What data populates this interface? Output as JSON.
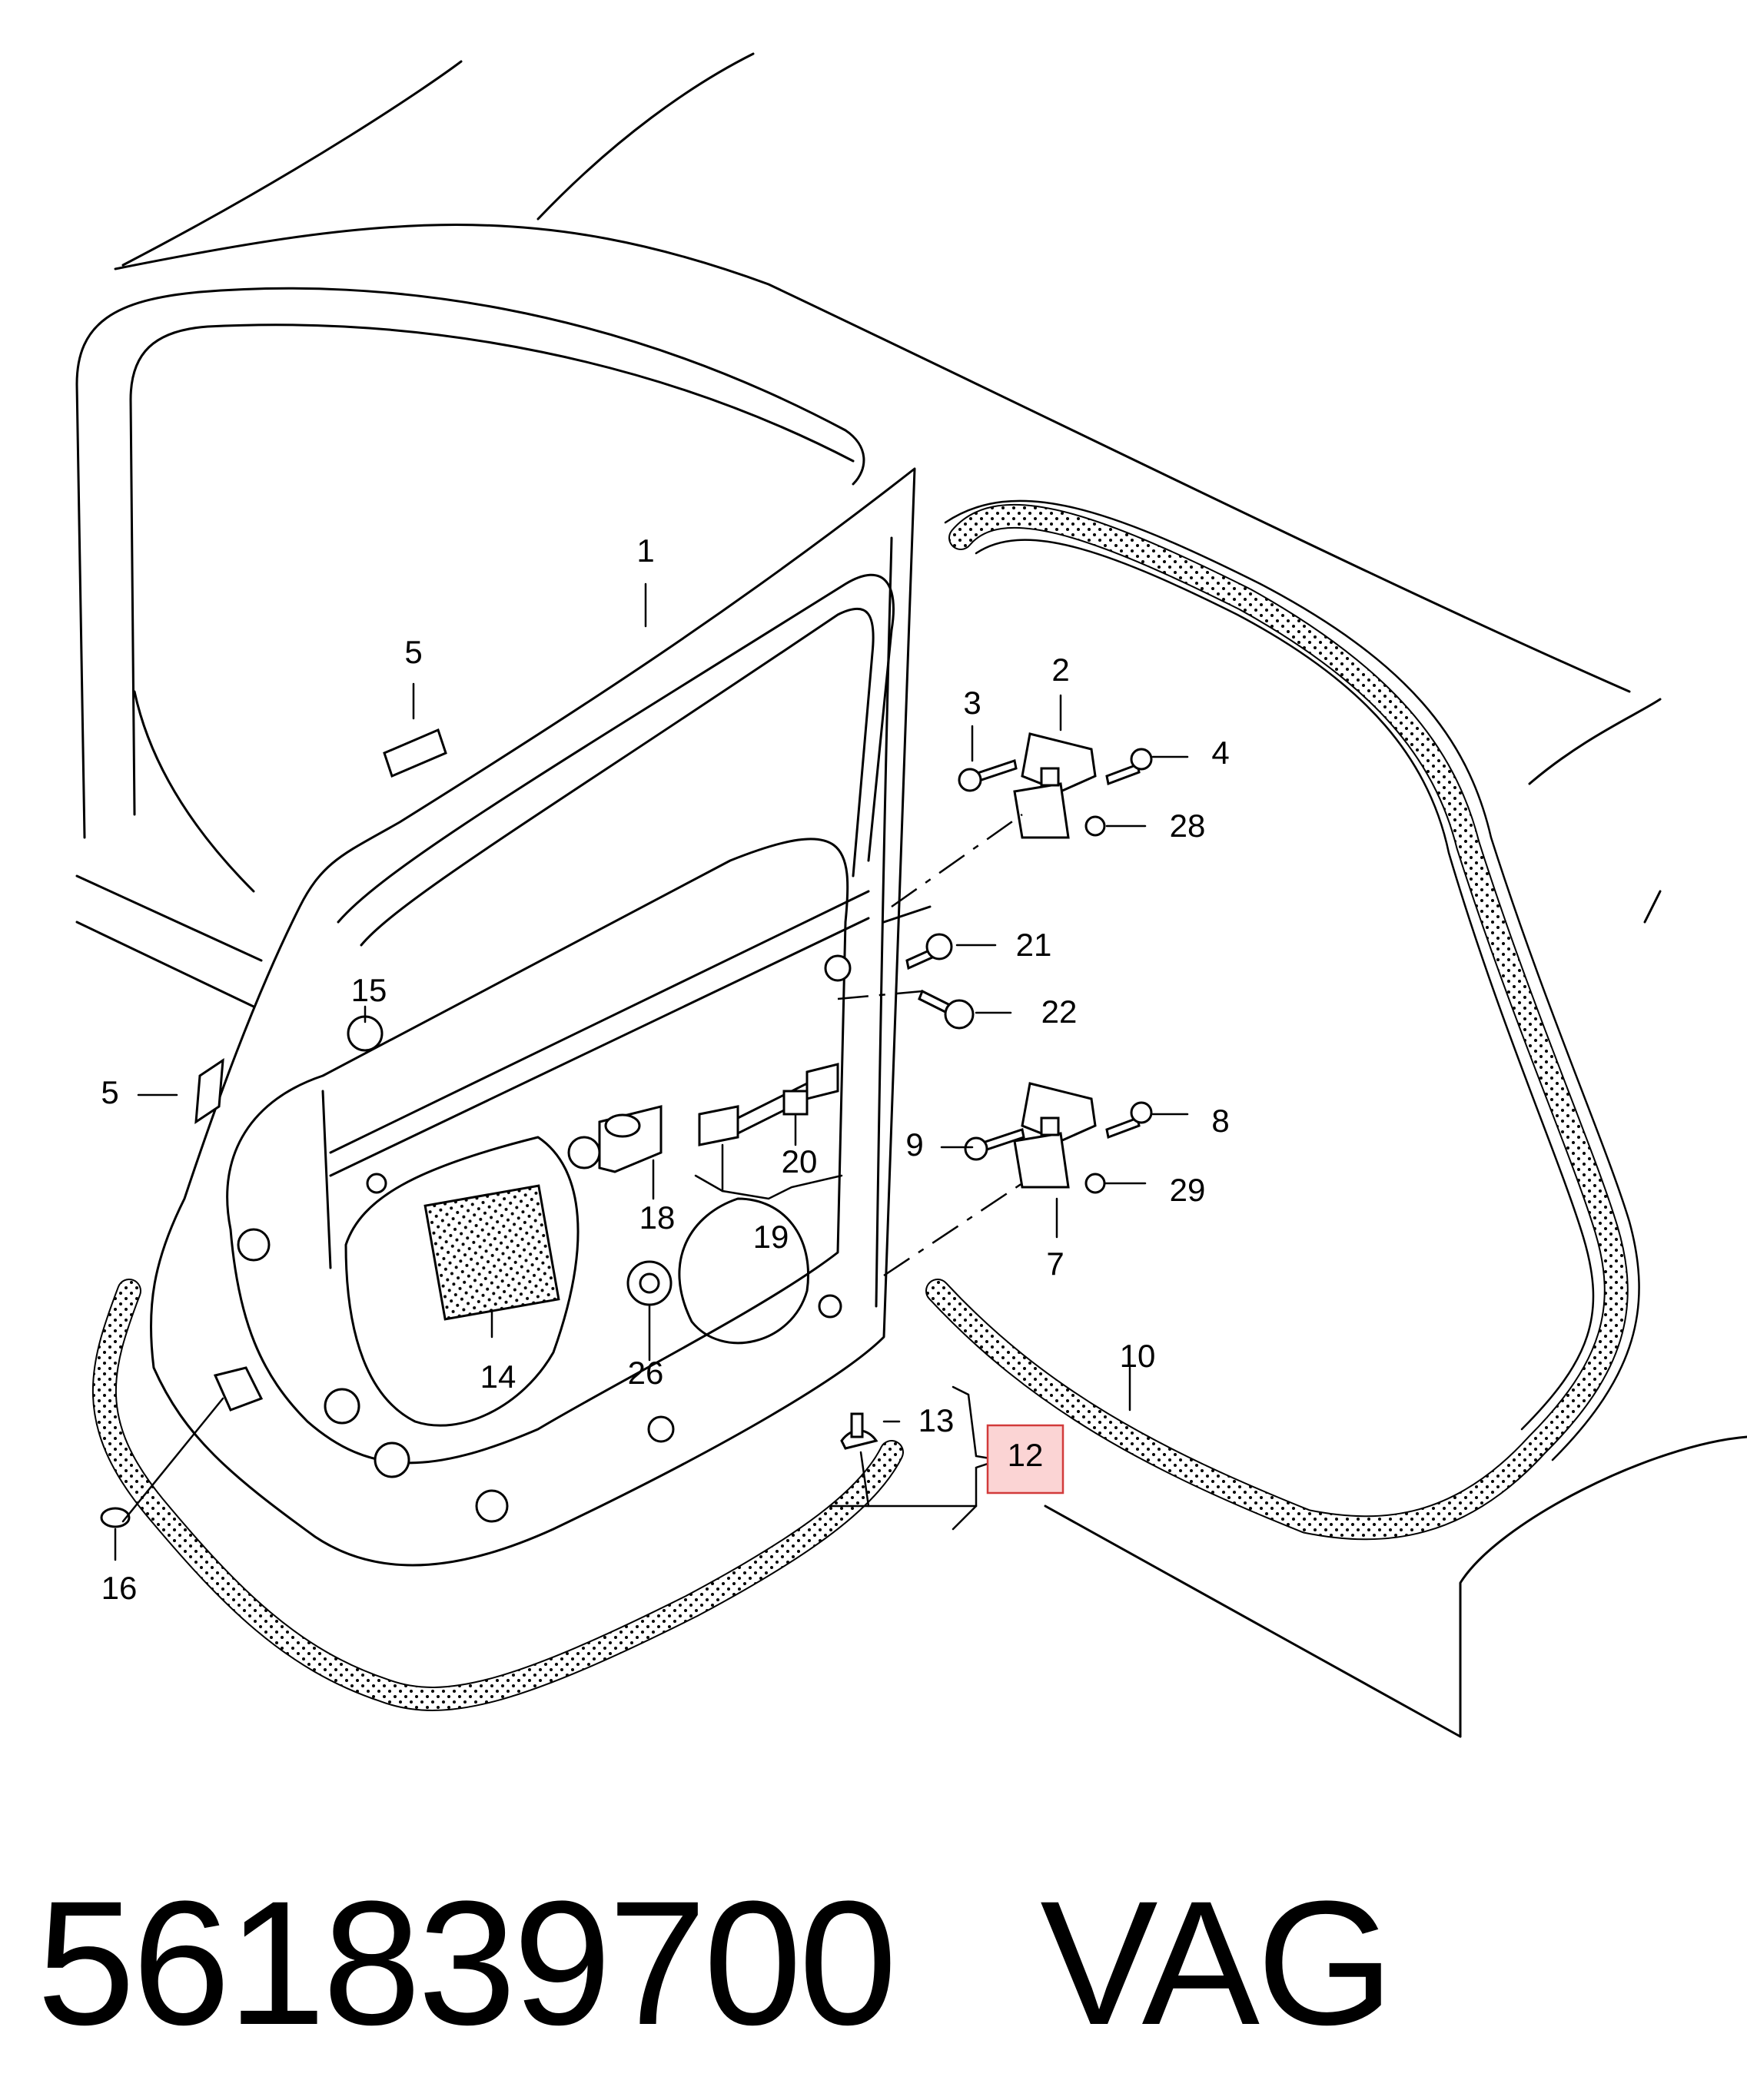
{
  "diagram": {
    "callouts": [
      {
        "id": "1",
        "label": "1"
      },
      {
        "id": "2",
        "label": "2"
      },
      {
        "id": "3",
        "label": "3"
      },
      {
        "id": "4",
        "label": "4"
      },
      {
        "id": "5a",
        "label": "5"
      },
      {
        "id": "5b",
        "label": "5"
      },
      {
        "id": "7",
        "label": "7"
      },
      {
        "id": "8",
        "label": "8"
      },
      {
        "id": "9",
        "label": "9"
      },
      {
        "id": "10",
        "label": "10"
      },
      {
        "id": "12",
        "label": "12",
        "highlighted": true
      },
      {
        "id": "13",
        "label": "13"
      },
      {
        "id": "14",
        "label": "14"
      },
      {
        "id": "15",
        "label": "15"
      },
      {
        "id": "16",
        "label": "16"
      },
      {
        "id": "18",
        "label": "18"
      },
      {
        "id": "19",
        "label": "19"
      },
      {
        "id": "20",
        "label": "20"
      },
      {
        "id": "21",
        "label": "21"
      },
      {
        "id": "22",
        "label": "22"
      },
      {
        "id": "26",
        "label": "26"
      },
      {
        "id": "28",
        "label": "28"
      },
      {
        "id": "29",
        "label": "29"
      }
    ],
    "highlight_color": "#fbd4d4",
    "highlight_border": "#d23b3b"
  },
  "footer": {
    "part_number": "561839700",
    "brand": "VAG"
  }
}
